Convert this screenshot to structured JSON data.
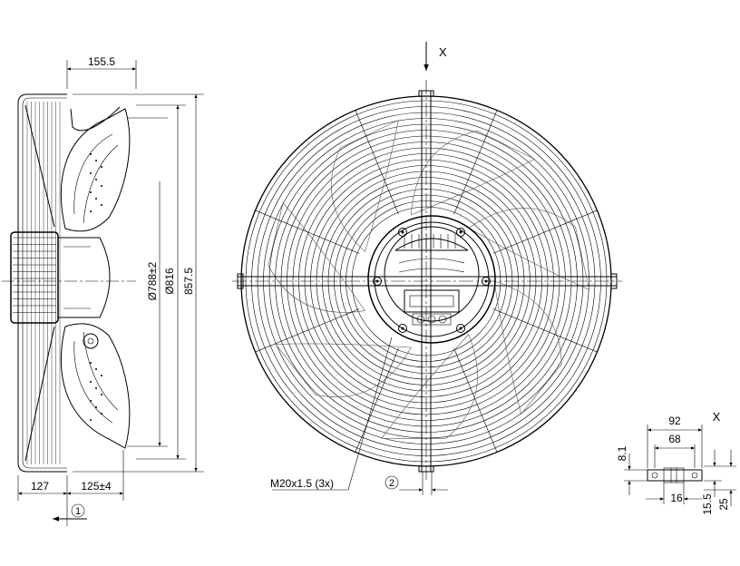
{
  "side_view": {
    "dim_top": "155.5",
    "dim_d788": "Ø788±2",
    "dim_d816": "Ø816",
    "dim_h857": "857.5",
    "dim_127": "127",
    "dim_125": "125±4",
    "callout_1": "1"
  },
  "front_view": {
    "section_mark": "X",
    "thread_label": "M20x1.5 (3x)",
    "callout_2": "2"
  },
  "detail_x": {
    "title": "X",
    "dim_92": "92",
    "dim_68": "68",
    "dim_8_1": "8.1",
    "dim_16": "16",
    "dim_15_5": "15.5",
    "dim_25": "25"
  }
}
